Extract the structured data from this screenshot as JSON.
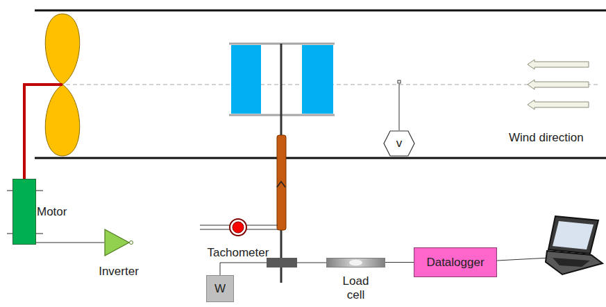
{
  "diagram": {
    "nodes": [
      {
        "text": [
          "Motor"
        ]
      },
      {
        "text": [
          "Inverter"
        ]
      },
      {
        "text": [
          "v"
        ]
      },
      {
        "text": [
          "Tachometer"
        ]
      },
      {
        "text": [
          "W"
        ]
      },
      {
        "text": [
          "Load cell"
        ]
      },
      {
        "text": [
          "Datalogger"
        ]
      }
    ],
    "edges": [
      {
        "from": 0,
        "to": 1,
        "arrow": "none"
      },
      {
        "from": 5,
        "to": 6,
        "arrow": "none"
      }
    ],
    "labels": [
      "Wind direction"
    ]
  }
}
